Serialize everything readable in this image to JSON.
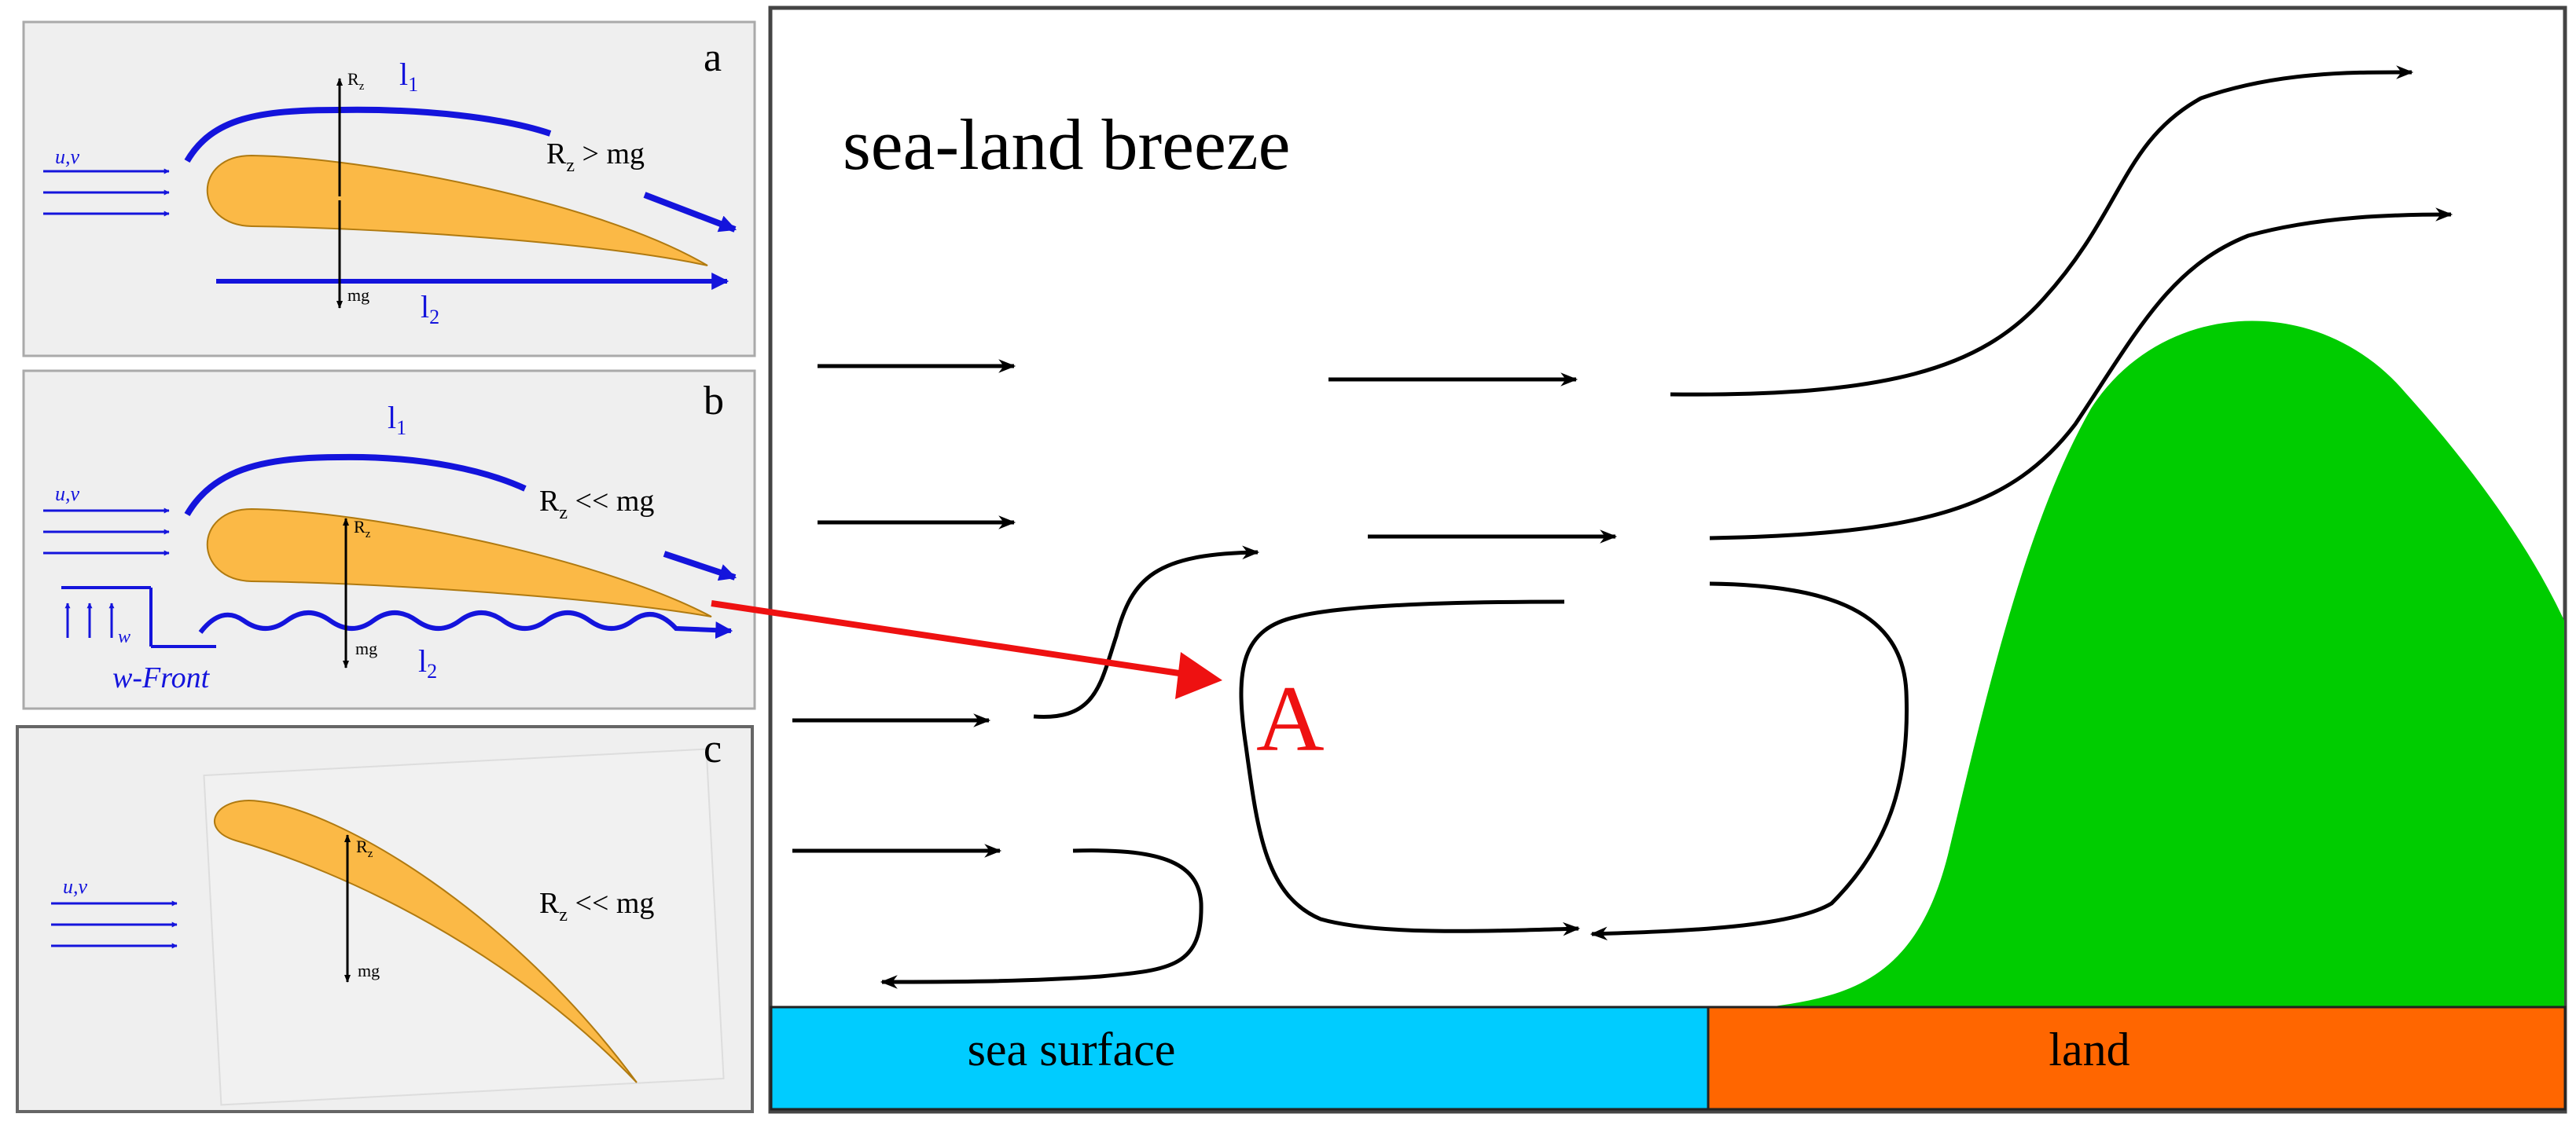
{
  "panels": [
    {
      "letter": "a",
      "flow_label": "u,v",
      "upper_line": "l",
      "upper_sub": "1",
      "lower_line": "l",
      "lower_sub": "2",
      "force_up": "R",
      "force_up_sub": "z",
      "force_down": "mg",
      "relation_r": "R",
      "relation_sub": "z",
      "relation_rest": " > mg"
    },
    {
      "letter": "b",
      "flow_label": "u,v",
      "upper_line": "l",
      "upper_sub": "1",
      "lower_line": "l",
      "lower_sub": "2",
      "force_up": "R",
      "force_up_sub": "z",
      "force_down": "mg",
      "relation_r": "R",
      "relation_sub": "z",
      "relation_rest": " << mg",
      "w_label": "w",
      "front_label": "w-Front"
    },
    {
      "letter": "c",
      "flow_label": "u,v",
      "force_up": "R",
      "force_up_sub": "z",
      "force_down": "mg",
      "relation_r": "R",
      "relation_sub": "z",
      "relation_rest": " << mg"
    }
  ],
  "main": {
    "title": "sea-land breeze",
    "marker": "A",
    "sea_label": "sea surface",
    "land_label": "land"
  },
  "colors": {
    "wing": "#fbb946",
    "flow_blue": "#1414dc",
    "pointer_red": "#ee1111",
    "marker_red": "#ee1111",
    "sea": "#00ccff",
    "land": "#ff6600",
    "hill": "#00cc00"
  }
}
